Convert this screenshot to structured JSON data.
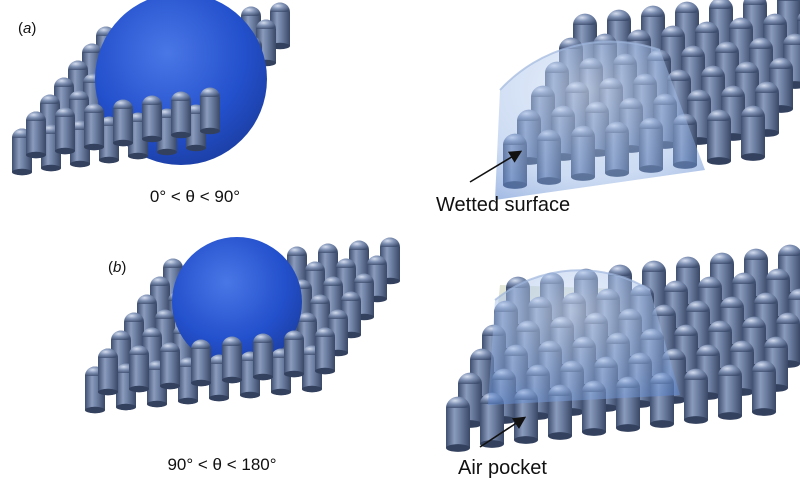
{
  "panels": [
    {
      "id": "a",
      "label": "a",
      "condition": "0° < θ < 90°",
      "callout": "Wetted surface"
    },
    {
      "id": "b",
      "label": "b",
      "condition": "90° < θ < 180°",
      "callout": "Air pocket"
    }
  ],
  "colors": {
    "pillar_body": "#6b7da0",
    "pillar_dark": "#3f4f70",
    "pillar_light": "#aebcd6",
    "droplet_solid": "#1f4fc9",
    "droplet_glass": "#9db7e6",
    "pocket": "#c9d2b4"
  },
  "icons": [
    "solid-droplet",
    "transparent-droplet",
    "pillar",
    "callout-arrow"
  ]
}
